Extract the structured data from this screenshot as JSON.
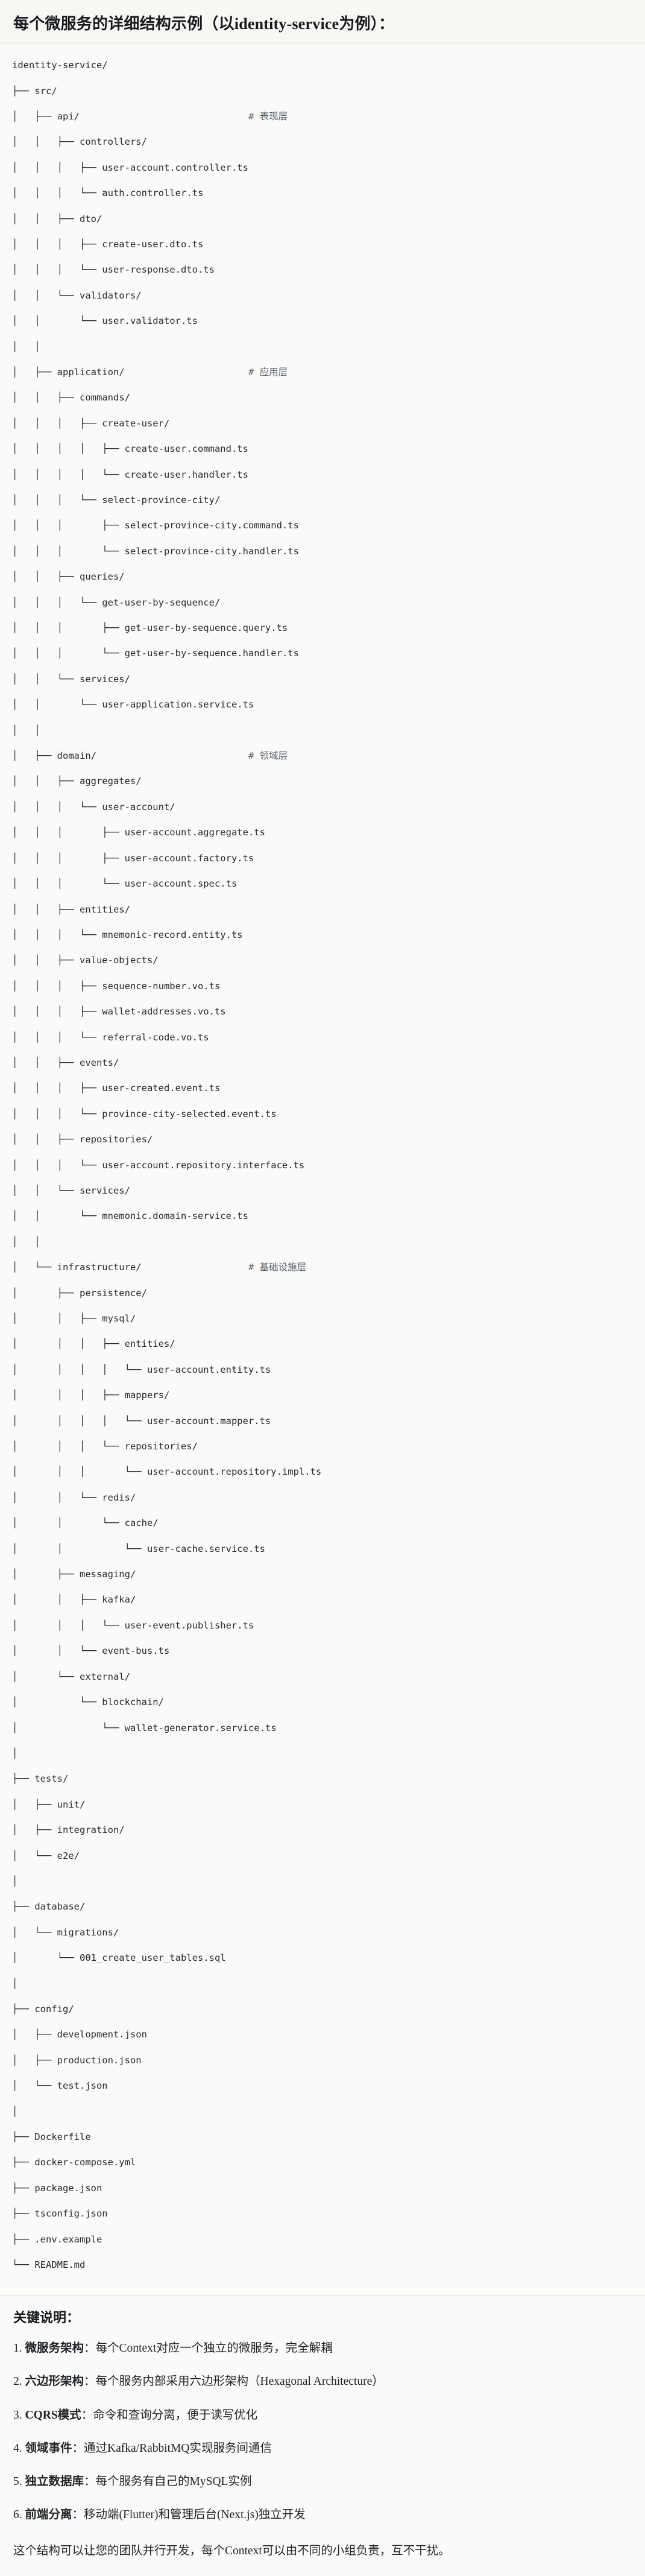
{
  "header": {
    "title": "每个微服务的详细结构示例（以identity-service为例）："
  },
  "tree": {
    "lines": [
      {
        "text": "identity-service/",
        "comment": ""
      },
      {
        "text": "├── src/",
        "comment": ""
      },
      {
        "text": "│   ├── api/",
        "comment": "# 表现层"
      },
      {
        "text": "│   │   ├── controllers/",
        "comment": ""
      },
      {
        "text": "│   │   │   ├── user-account.controller.ts",
        "comment": ""
      },
      {
        "text": "│   │   │   └── auth.controller.ts",
        "comment": ""
      },
      {
        "text": "│   │   ├── dto/",
        "comment": ""
      },
      {
        "text": "│   │   │   ├── create-user.dto.ts",
        "comment": ""
      },
      {
        "text": "│   │   │   └── user-response.dto.ts",
        "comment": ""
      },
      {
        "text": "│   │   └── validators/",
        "comment": ""
      },
      {
        "text": "│   │       └── user.validator.ts",
        "comment": ""
      },
      {
        "text": "│   │",
        "comment": ""
      },
      {
        "text": "│   ├── application/",
        "comment": "# 应用层"
      },
      {
        "text": "│   │   ├── commands/",
        "comment": ""
      },
      {
        "text": "│   │   │   ├── create-user/",
        "comment": ""
      },
      {
        "text": "│   │   │   │   ├── create-user.command.ts",
        "comment": ""
      },
      {
        "text": "│   │   │   │   └── create-user.handler.ts",
        "comment": ""
      },
      {
        "text": "│   │   │   └── select-province-city/",
        "comment": ""
      },
      {
        "text": "│   │   │       ├── select-province-city.command.ts",
        "comment": ""
      },
      {
        "text": "│   │   │       └── select-province-city.handler.ts",
        "comment": ""
      },
      {
        "text": "│   │   ├── queries/",
        "comment": ""
      },
      {
        "text": "│   │   │   └── get-user-by-sequence/",
        "comment": ""
      },
      {
        "text": "│   │   │       ├── get-user-by-sequence.query.ts",
        "comment": ""
      },
      {
        "text": "│   │   │       └── get-user-by-sequence.handler.ts",
        "comment": ""
      },
      {
        "text": "│   │   └── services/",
        "comment": ""
      },
      {
        "text": "│   │       └── user-application.service.ts",
        "comment": ""
      },
      {
        "text": "│   │",
        "comment": ""
      },
      {
        "text": "│   ├── domain/",
        "comment": "# 领域层"
      },
      {
        "text": "│   │   ├── aggregates/",
        "comment": ""
      },
      {
        "text": "│   │   │   └── user-account/",
        "comment": ""
      },
      {
        "text": "│   │   │       ├── user-account.aggregate.ts",
        "comment": ""
      },
      {
        "text": "│   │   │       ├── user-account.factory.ts",
        "comment": ""
      },
      {
        "text": "│   │   │       └── user-account.spec.ts",
        "comment": ""
      },
      {
        "text": "│   │   ├── entities/",
        "comment": ""
      },
      {
        "text": "│   │   │   └── mnemonic-record.entity.ts",
        "comment": ""
      },
      {
        "text": "│   │   ├── value-objects/",
        "comment": ""
      },
      {
        "text": "│   │   │   ├── sequence-number.vo.ts",
        "comment": ""
      },
      {
        "text": "│   │   │   ├── wallet-addresses.vo.ts",
        "comment": ""
      },
      {
        "text": "│   │   │   └── referral-code.vo.ts",
        "comment": ""
      },
      {
        "text": "│   │   ├── events/",
        "comment": ""
      },
      {
        "text": "│   │   │   ├── user-created.event.ts",
        "comment": ""
      },
      {
        "text": "│   │   │   └── province-city-selected.event.ts",
        "comment": ""
      },
      {
        "text": "│   │   ├── repositories/",
        "comment": ""
      },
      {
        "text": "│   │   │   └── user-account.repository.interface.ts",
        "comment": ""
      },
      {
        "text": "│   │   └── services/",
        "comment": ""
      },
      {
        "text": "│   │       └── mnemonic.domain-service.ts",
        "comment": ""
      },
      {
        "text": "│   │",
        "comment": ""
      },
      {
        "text": "│   └── infrastructure/",
        "comment": "# 基础设施层"
      },
      {
        "text": "│       ├── persistence/",
        "comment": ""
      },
      {
        "text": "│       │   ├── mysql/",
        "comment": ""
      },
      {
        "text": "│       │   │   ├── entities/",
        "comment": ""
      },
      {
        "text": "│       │   │   │   └── user-account.entity.ts",
        "comment": ""
      },
      {
        "text": "│       │   │   ├── mappers/",
        "comment": ""
      },
      {
        "text": "│       │   │   │   └── user-account.mapper.ts",
        "comment": ""
      },
      {
        "text": "│       │   │   └── repositories/",
        "comment": ""
      },
      {
        "text": "│       │   │       └── user-account.repository.impl.ts",
        "comment": ""
      },
      {
        "text": "│       │   └── redis/",
        "comment": ""
      },
      {
        "text": "│       │       └── cache/",
        "comment": ""
      },
      {
        "text": "│       │           └── user-cache.service.ts",
        "comment": ""
      },
      {
        "text": "│       ├── messaging/",
        "comment": ""
      },
      {
        "text": "│       │   ├── kafka/",
        "comment": ""
      },
      {
        "text": "│       │   │   └── user-event.publisher.ts",
        "comment": ""
      },
      {
        "text": "│       │   └── event-bus.ts",
        "comment": ""
      },
      {
        "text": "│       └── external/",
        "comment": ""
      },
      {
        "text": "│           └── blockchain/",
        "comment": ""
      },
      {
        "text": "│               └── wallet-generator.service.ts",
        "comment": ""
      },
      {
        "text": "│",
        "comment": ""
      },
      {
        "text": "├── tests/",
        "comment": ""
      },
      {
        "text": "│   ├── unit/",
        "comment": ""
      },
      {
        "text": "│   ├── integration/",
        "comment": ""
      },
      {
        "text": "│   └── e2e/",
        "comment": ""
      },
      {
        "text": "│",
        "comment": ""
      },
      {
        "text": "├── database/",
        "comment": ""
      },
      {
        "text": "│   └── migrations/",
        "comment": ""
      },
      {
        "text": "│       └── 001_create_user_tables.sql",
        "comment": ""
      },
      {
        "text": "│",
        "comment": ""
      },
      {
        "text": "├── config/",
        "comment": ""
      },
      {
        "text": "│   ├── development.json",
        "comment": ""
      },
      {
        "text": "│   ├── production.json",
        "comment": ""
      },
      {
        "text": "│   └── test.json",
        "comment": ""
      },
      {
        "text": "│",
        "comment": ""
      },
      {
        "text": "├── Dockerfile",
        "comment": ""
      },
      {
        "text": "├── docker-compose.yml",
        "comment": ""
      },
      {
        "text": "├── package.json",
        "comment": ""
      },
      {
        "text": "├── tsconfig.json",
        "comment": ""
      },
      {
        "text": "├── .env.example",
        "comment": ""
      },
      {
        "text": "└── README.md",
        "comment": ""
      }
    ],
    "comment_column": 42
  },
  "notes": {
    "title": "关键说明：",
    "items": [
      {
        "num": "1.",
        "lead": "微服务架构",
        "body": "：每个Context对应一个独立的微服务，完全解耦"
      },
      {
        "num": "2.",
        "lead": "六边形架构",
        "body": "：每个服务内部采用六边形架构（Hexagonal Architecture）"
      },
      {
        "num": "3.",
        "lead": "CQRS模式",
        "body": "：命令和查询分离，便于读写优化"
      },
      {
        "num": "4.",
        "lead": "领域事件",
        "body": "：通过Kafka/RabbitMQ实现服务间通信"
      },
      {
        "num": "5.",
        "lead": "独立数据库",
        "body": "：每个服务有自己的MySQL实例"
      },
      {
        "num": "6.",
        "lead": "前端分离",
        "body": "：移动端(Flutter)和管理后台(Next.js)独立开发"
      }
    ],
    "closing": "这个结构可以让您的团队并行开发，每个Context可以由不同的小组负责，互不干扰。"
  },
  "colors": {
    "background": "#fbfaf8",
    "header_background": "#f8f7f3",
    "text": "#1f2328",
    "comment": "#57606a",
    "divider": "#e6e3dd"
  }
}
